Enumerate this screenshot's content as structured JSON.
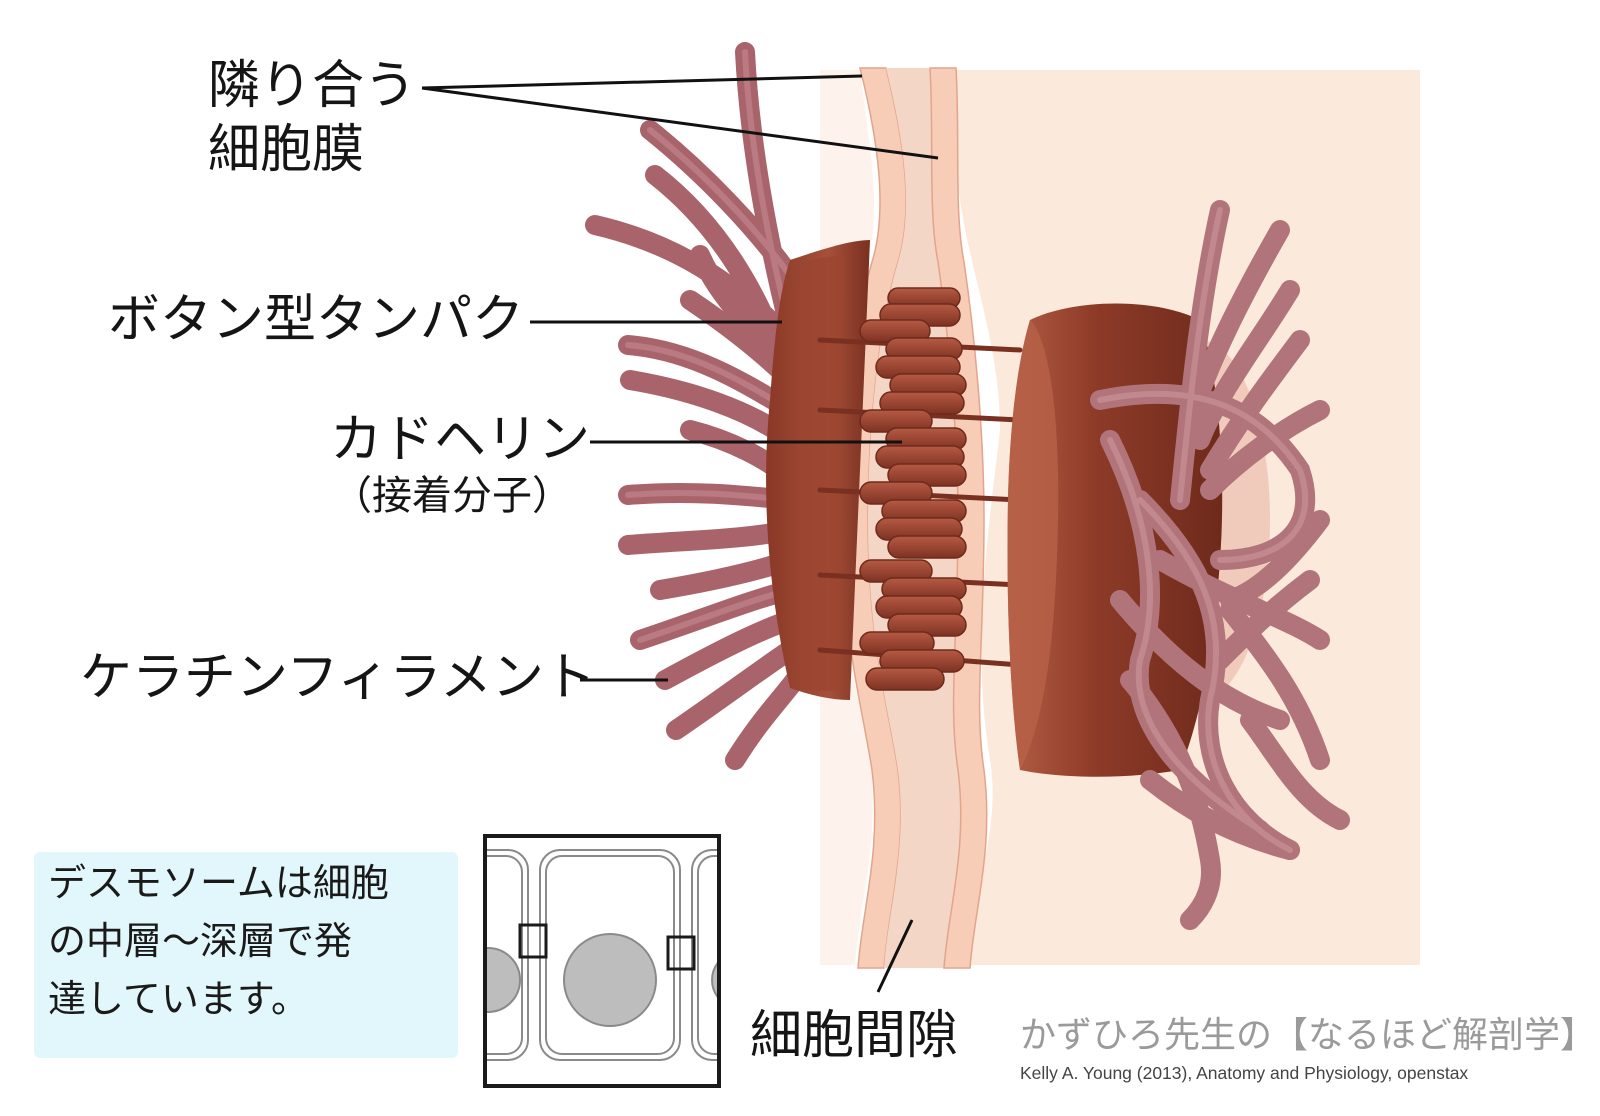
{
  "labels": {
    "membranes_line1": "隣り合う",
    "membranes_line2": "細胞膜",
    "button_protein": "ボタン型タンパク",
    "cadherin": "カドヘリン",
    "cadherin_note": "（接着分子）",
    "keratin": "ケラチンフィラメント",
    "intercellular_space": "細胞間隙"
  },
  "note": {
    "line1": "デスモソームは細胞",
    "line2": "の中層～深層で発",
    "line3": "達しています。"
  },
  "credit": {
    "title": "かずひろ先生の【なるほど解剖学】",
    "source": "Kelly A. Young (2013), Anatomy and Physiology, openstax"
  },
  "colors": {
    "membrane": "#f7d5c3",
    "cytoplasm": "#fbe9dc",
    "plaque": "#8f3b28",
    "filament": "#b8737a",
    "cadherin": "#9b4330",
    "note_bg": "#e2f7fb",
    "nucleus": "#bdbdbd"
  }
}
